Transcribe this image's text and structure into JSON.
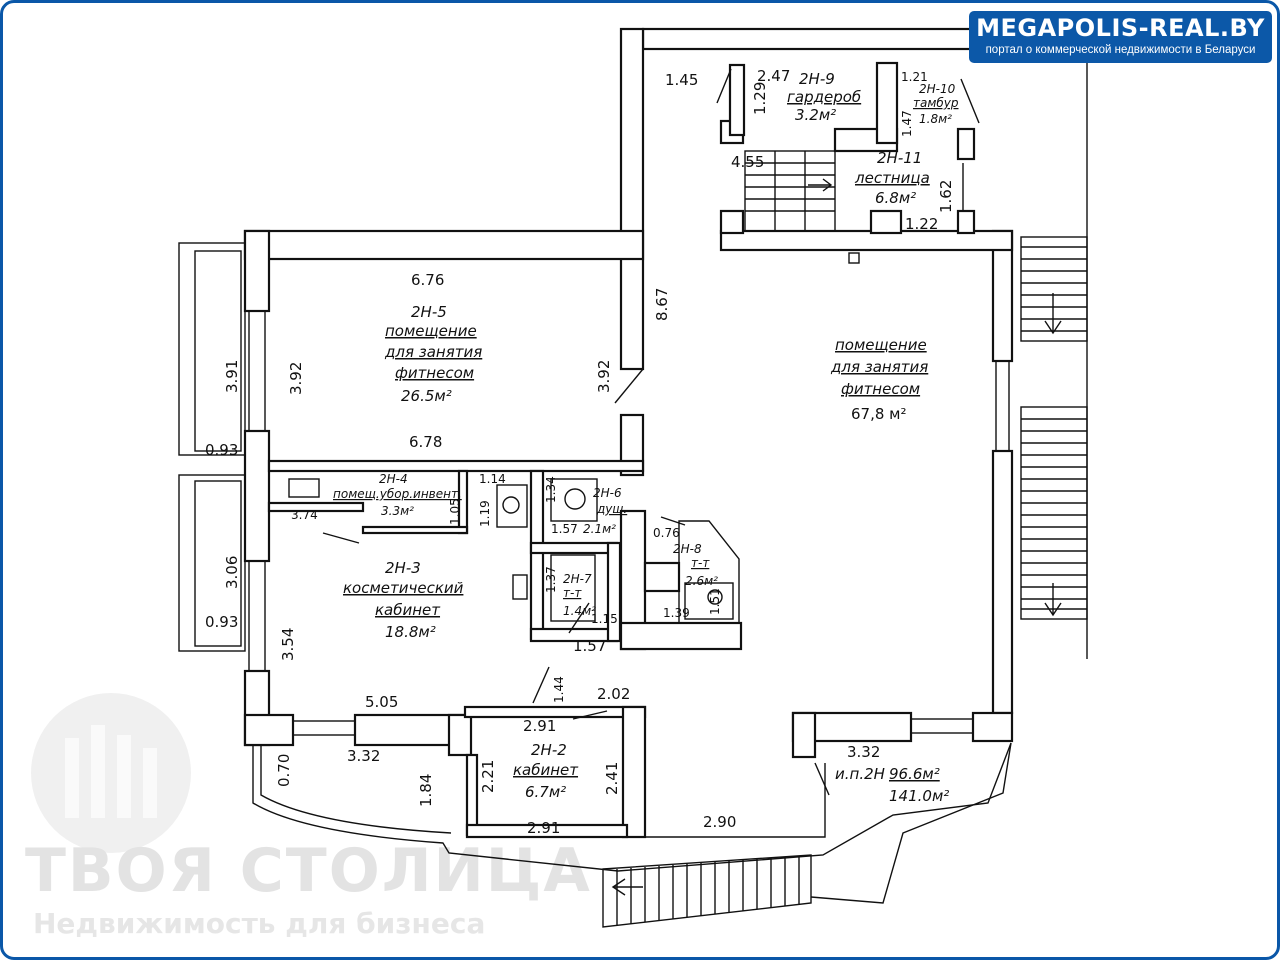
{
  "brand": {
    "name": "MEGAPOLIS-REAL.BY",
    "tagline": "портал о коммерческой недвижимости в Беларуси"
  },
  "watermark": {
    "title": "ТВОЯ СТОЛИЦА",
    "subtitle": "Недвижимость для бизнеса"
  },
  "colors": {
    "frame": "#0a57a8",
    "brand_bg": "#0c58a8",
    "ink": "#111111",
    "watermark": "#e3e3e3"
  },
  "rooms": {
    "r5": {
      "code": "2Н-5",
      "name1": "помещение",
      "name2": "для занятия",
      "name3": "фитнесом",
      "area": "26.5м²"
    },
    "big": {
      "name1": "помещение",
      "name2": "для занятия",
      "name3": "фитнесом",
      "area": "67,8 м²"
    },
    "r9": {
      "code": "2Н-9",
      "name": "гардероб",
      "area": "3.2м²"
    },
    "r10": {
      "code": "2Н-10",
      "name": "тамбур",
      "area": "1.8м²"
    },
    "r11": {
      "code": "2Н-11",
      "name": "лестница",
      "area": "6.8м²"
    },
    "r4": {
      "code": "2Н-4",
      "name": "помещ.убор.инвент.",
      "area": "3.3м²"
    },
    "r6": {
      "code": "2Н-6",
      "name": "душ.",
      "area": "2.1м²"
    },
    "r7": {
      "code": "2Н-7",
      "name": "т-т",
      "area": "1.4м²"
    },
    "r8": {
      "code": "2Н-8",
      "name": "т-т",
      "area": "2.6м²"
    },
    "r3": {
      "code": "2Н-3",
      "name1": "косметический",
      "name2": "кабинет",
      "area": "18.8м²"
    },
    "r2": {
      "code": "2Н-2",
      "name": "кабинет",
      "area": "6.7м²"
    },
    "total": {
      "code": "и.п.2Н",
      "area1": "96.6м²",
      "area2": "141.0м²"
    }
  },
  "dims": {
    "d1": "1.45",
    "d2": "2.47",
    "d3": "1.29",
    "d4": "1.21",
    "d5": "1.47",
    "d6": "4.55",
    "d7": "1.62",
    "d8": "1.22",
    "d9": "6.76",
    "d10": "8.67",
    "d11": "3.91",
    "d12": "3.92",
    "d13": "3.92",
    "d14": "0.93",
    "d15": "6.78",
    "d16": "1.14",
    "d17": "1.34",
    "d18": "3.74",
    "d19": "1.05",
    "d20": "1.19",
    "d21": "1.57",
    "d22": "0.76",
    "d23": "1.37",
    "d24": "1.15",
    "d25": "1.39",
    "d26": "1.51",
    "d27": "1.57",
    "d28": "3.06",
    "d29": "0.93",
    "d30": "3.54",
    "d31": "1.44",
    "d32": "2.02",
    "d33": "5.05",
    "d34": "2.91",
    "d35": "3.32",
    "d36": "0.70",
    "d37": "3.32",
    "d38": "1.84",
    "d39": "2.21",
    "d40": "2.41",
    "d41": "2.91",
    "d42": "2.90"
  }
}
